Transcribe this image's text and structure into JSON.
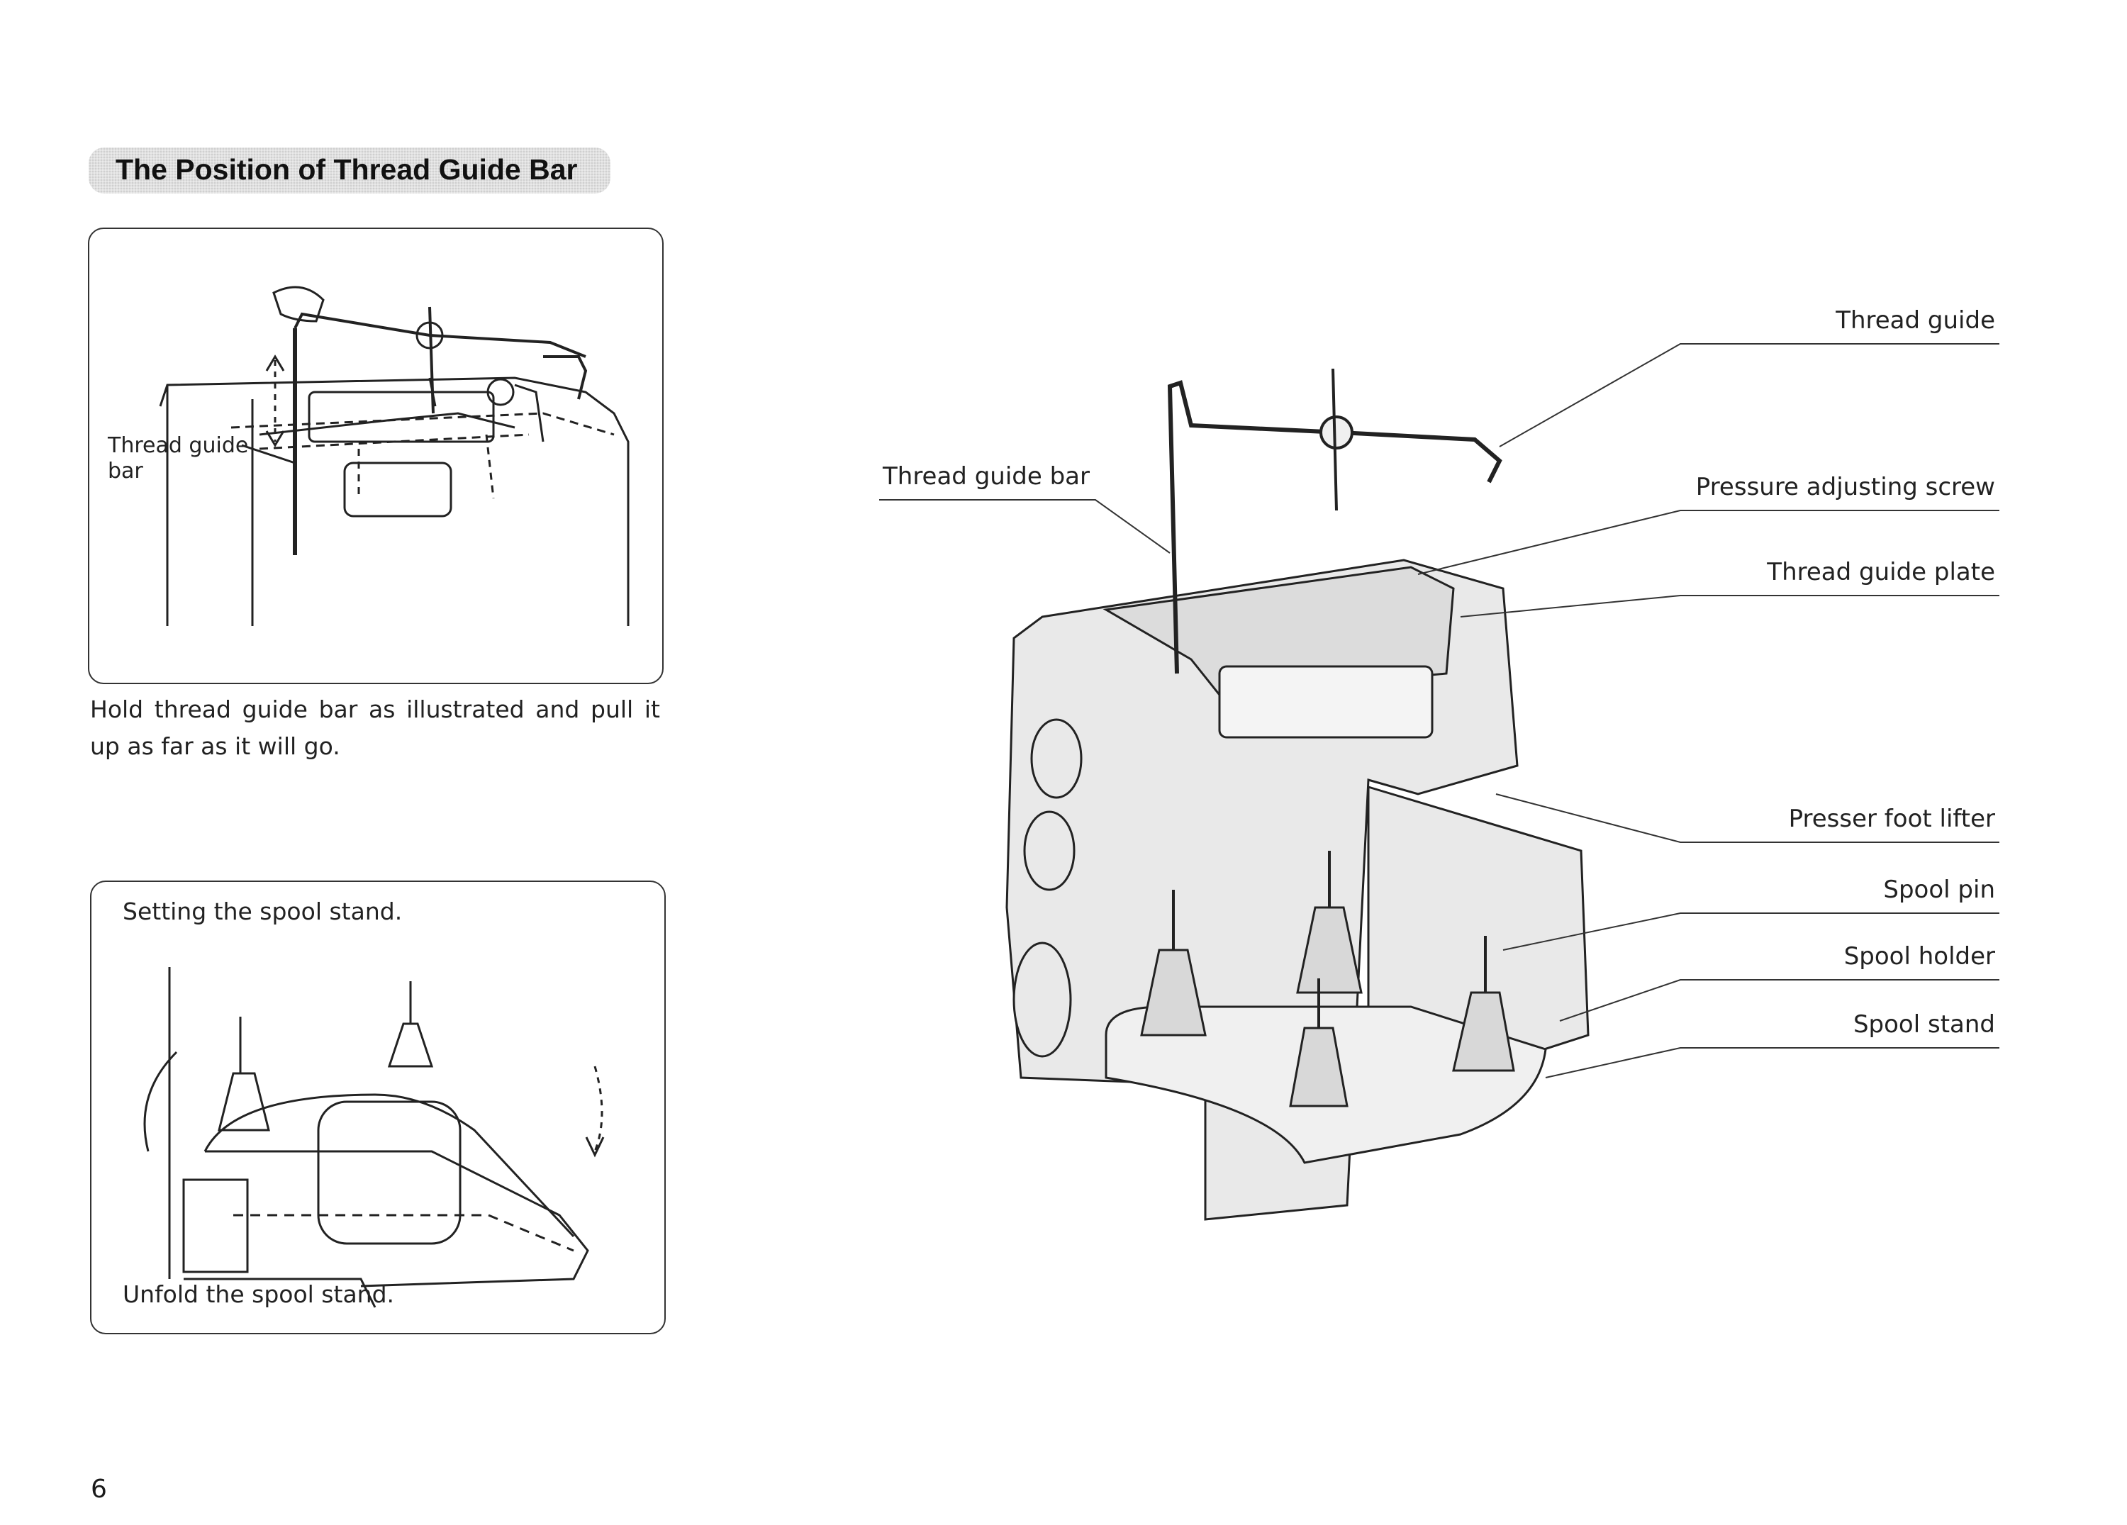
{
  "page": {
    "section_title": "The Position of Thread Guide Bar",
    "instruction": "Hold thread guide bar as illustrated and pull it up as far as it will go.",
    "page_number": "6"
  },
  "figure_top": {
    "label": "Thread guide\nbar",
    "label_line1": "Thread guide",
    "label_line2": "bar"
  },
  "figure_bottom": {
    "caption_top": "Setting the spool stand.",
    "caption_bottom": "Unfold the spool stand."
  },
  "main_figure": {
    "callouts_left": [
      "Thread guide bar"
    ],
    "callouts_right": [
      "Thread guide",
      "Pressure adjusting screw",
      "Thread guide plate",
      "Presser foot lifter",
      "Spool pin",
      "Spool holder",
      "Spool stand"
    ]
  }
}
